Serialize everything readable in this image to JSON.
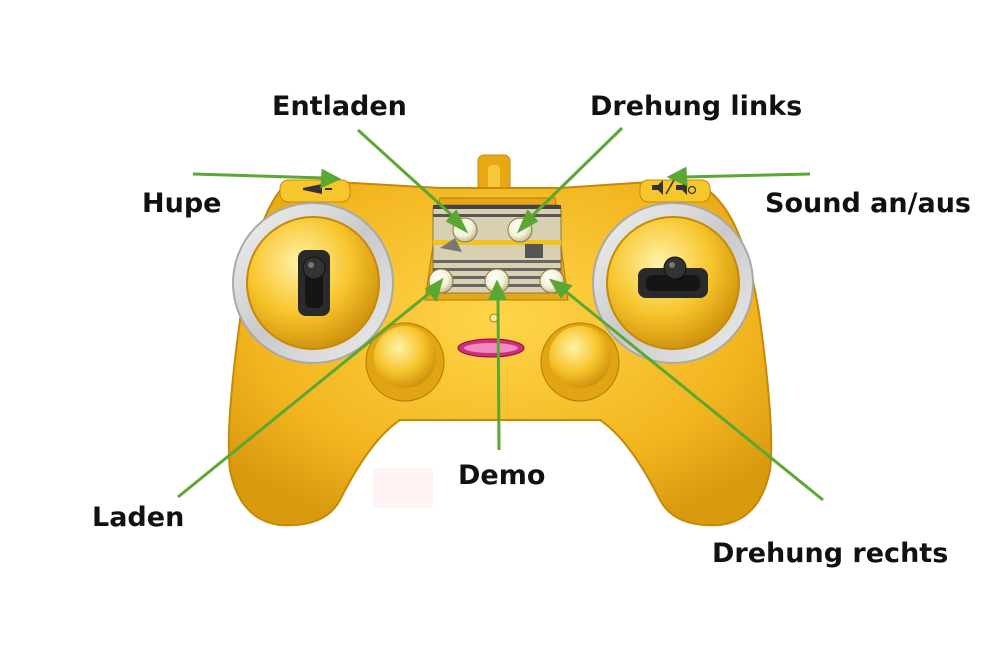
{
  "labels": {
    "entladen": "Entladen",
    "drehung_links": "Drehung links",
    "hupe": "Hupe",
    "sound": "Sound an/aus",
    "demo": "Demo",
    "laden": "Laden",
    "drehung_rechts": "Drehung rechts"
  },
  "colors": {
    "controller_body": "#f2b51f",
    "controller_dark": "#d99a10",
    "controller_light": "#ffd54a",
    "ring": "#d9d9d9",
    "pointer_lines": "#5aa832",
    "stick": "#222222"
  },
  "icons": {
    "hupe": "horn-icon",
    "sound": "speaker-toggle-icon"
  }
}
